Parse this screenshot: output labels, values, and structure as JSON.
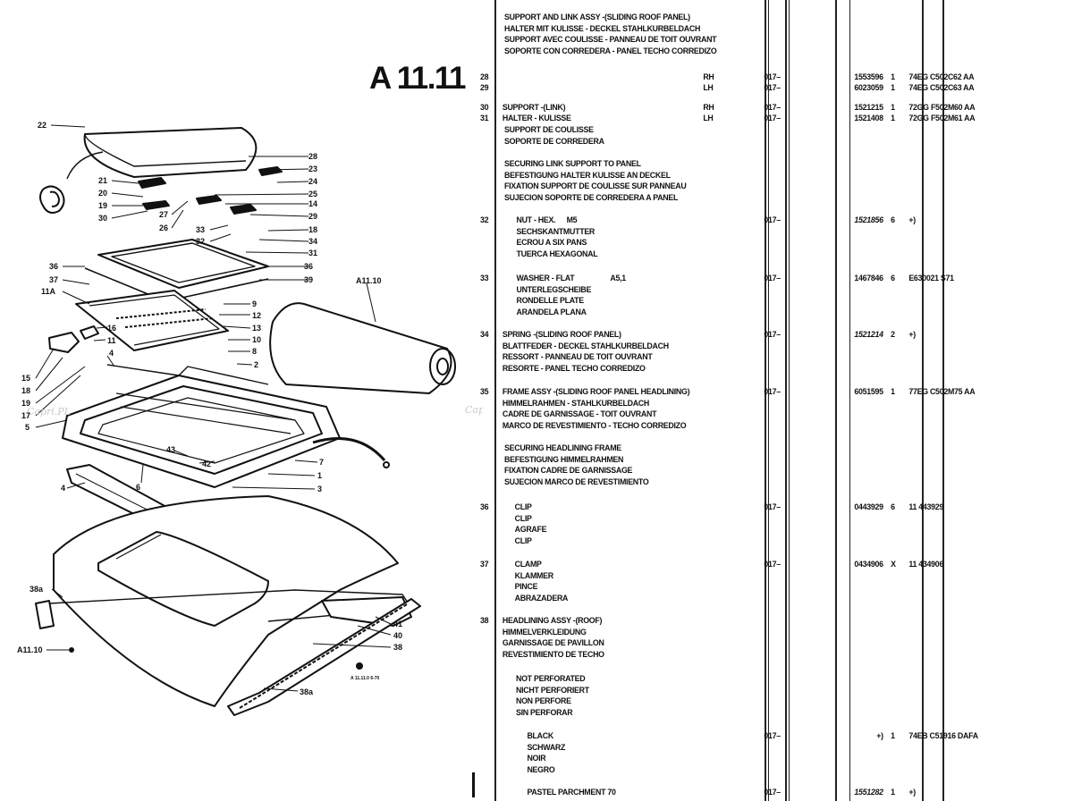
{
  "page": {
    "title": "A 11.11",
    "ref_small": "A11.10",
    "ref_bottom": "A 11.11.0 6-70"
  },
  "header_block": {
    "lines": [
      "SUPPORT AND LINK ASSY -(SLIDING ROOF PANEL)",
      "HALTER MIT KULISSE - DECKEL STAHLKURBELDACH",
      "SUPPORT AVEC COULISSE - PANNEAU DE TOIT OUVRANT",
      "SOPORTE CON CORREDERA - PANEL TECHO CORREDIZO"
    ]
  },
  "rows": [
    {
      "num": "28",
      "qual": "RH",
      "model": "017–",
      "part": "1553596",
      "qty": "1",
      "fin": "74EG C502C62 AA"
    },
    {
      "num": "29",
      "qual": "LH",
      "model": "017–",
      "part": "6023059",
      "qty": "1",
      "fin": "74EG C502C63 AA"
    },
    {
      "num": "30",
      "desc": "SUPPORT -(LINK)",
      "qual": "RH",
      "model": "017–",
      "part": "1521215",
      "qty": "1",
      "fin": "72GG F502M60 AA"
    },
    {
      "num": "31",
      "desc": "HALTER - KULISSE",
      "qual": "LH",
      "model": "017–",
      "part": "1521408",
      "qty": "1",
      "fin": "72GG F502M61 AA"
    }
  ],
  "support_extra": [
    "SUPPORT DE COULISSE",
    "SOPORTE DE CORREDERA"
  ],
  "securing_link": {
    "lines": [
      "SECURING LINK SUPPORT TO PANEL",
      "BEFESTIGUNG HALTER KULISSE AN DECKEL",
      "FIXATION SUPPORT DE COULISSE SUR PANNEAU",
      "SUJECION SOPORTE DE CORREDERA A PANEL"
    ]
  },
  "items": [
    {
      "num": "32",
      "lines": [
        "NUT - HEX.",
        "SECHSKANTMUTTER",
        "ECROU A SIX PANS",
        "TUERCA HEXAGONAL"
      ],
      "qual": "M5",
      "model": "017–",
      "part": "1521856",
      "qty": "6",
      "fin": "+)"
    },
    {
      "num": "33",
      "lines": [
        "WASHER - FLAT",
        "UNTERLEGSCHEIBE",
        "RONDELLE PLATE",
        "ARANDELA PLANA"
      ],
      "qual": "A5,1",
      "model": "017–",
      "part": "1467846",
      "qty": "6",
      "fin": "E630021 S71"
    },
    {
      "num": "34",
      "lines": [
        "SPRING -(SLIDING ROOF PANEL)",
        "BLATTFEDER - DECKEL STAHLKURBELDACH",
        "RESSORT - PANNEAU DE TOIT OUVRANT",
        "RESORTE - PANEL TECHO CORREDIZO"
      ],
      "model": "017–",
      "part": "1521214",
      "qty": "2",
      "fin": "+)"
    },
    {
      "num": "35",
      "lines": [
        "FRAME ASSY -(SLIDING ROOF PANEL HEADLINING)",
        "HIMMELRAHMEN - STAHLKURBELDACH",
        "CADRE DE GARNISSAGE - TOIT OUVRANT",
        "MARCO DE REVESTIMIENTO - TECHO CORREDIZO"
      ],
      "model": "017–",
      "part": "6051595",
      "qty": "1",
      "fin": "77EG C502M75 AA"
    }
  ],
  "securing_headlining": {
    "lines": [
      "SECURING HEADLINING FRAME",
      "BEFESTIGUNG HIMMELRAHMEN",
      "FIXATION CADRE DE GARNISSAGE",
      "SUJECION MARCO DE REVESTIMIENTO"
    ]
  },
  "items2": [
    {
      "num": "36",
      "lines": [
        "CLIP",
        "CLIP",
        "AGRAFE",
        "CLIP"
      ],
      "model": "017–",
      "part": "0443929",
      "qty": "6",
      "fin": "11 443929"
    },
    {
      "num": "37",
      "lines": [
        "CLAMP",
        "KLAMMER",
        "PINCE",
        "ABRAZADERA"
      ],
      "model": "017–",
      "part": "0434906",
      "qty": "X",
      "fin": "11 434906"
    }
  ],
  "headlining": {
    "num": "38",
    "lines": [
      "HEADLINING ASSY -(ROOF)",
      "HIMMELVERKLEIDUNG",
      "GARNISSAGE DE PAVILLON",
      "REVESTIMIENTO DE TECHO"
    ]
  },
  "not_perforated": [
    "NOT PERFORATED",
    "NICHT PERFORIERT",
    "NON PERFORE",
    "SIN PERFORAR"
  ],
  "black": {
    "lines": [
      "BLACK",
      "SCHWARZ",
      "NOIR",
      "NEGRO"
    ],
    "model": "017–",
    "part": "+)",
    "qty": "1",
    "fin": "74EB C51916 DAFA"
  },
  "pastel": {
    "line": "PASTEL PARCHMENT 70",
    "model": "017–",
    "part": "1551282",
    "qty": "1",
    "fin": "+)"
  },
  "watermark": "Capri.PL",
  "callouts": {
    "c22": "22",
    "c28": "28",
    "c23": "23",
    "c24": "24",
    "c25": "25",
    "c14": "14",
    "c29": "29",
    "c18": "18",
    "c34": "34",
    "c31": "31",
    "c21": "21",
    "c20": "20",
    "c19": "19",
    "c30": "30",
    "c27": "27",
    "c26": "26",
    "c33": "33",
    "c32": "32",
    "c36a": "36",
    "c37": "37",
    "c11a": "11A",
    "c36b": "36",
    "c39": "39",
    "c9": "9",
    "c12": "12",
    "c13": "13",
    "c10": "10",
    "c8": "8",
    "c2": "2",
    "c16": "16",
    "c11": "11",
    "c4a": "4",
    "c15": "15",
    "c18b": "18",
    "c17": "17",
    "c19b": "19",
    "c5": "5",
    "c43": "43",
    "c42": "42",
    "c6": "6",
    "c7": "7",
    "c1": "1",
    "c3": "3",
    "c4b": "4",
    "c38a": "38a",
    "c41": "41",
    "c40": "40",
    "c38": "38",
    "c38b": "38a"
  }
}
